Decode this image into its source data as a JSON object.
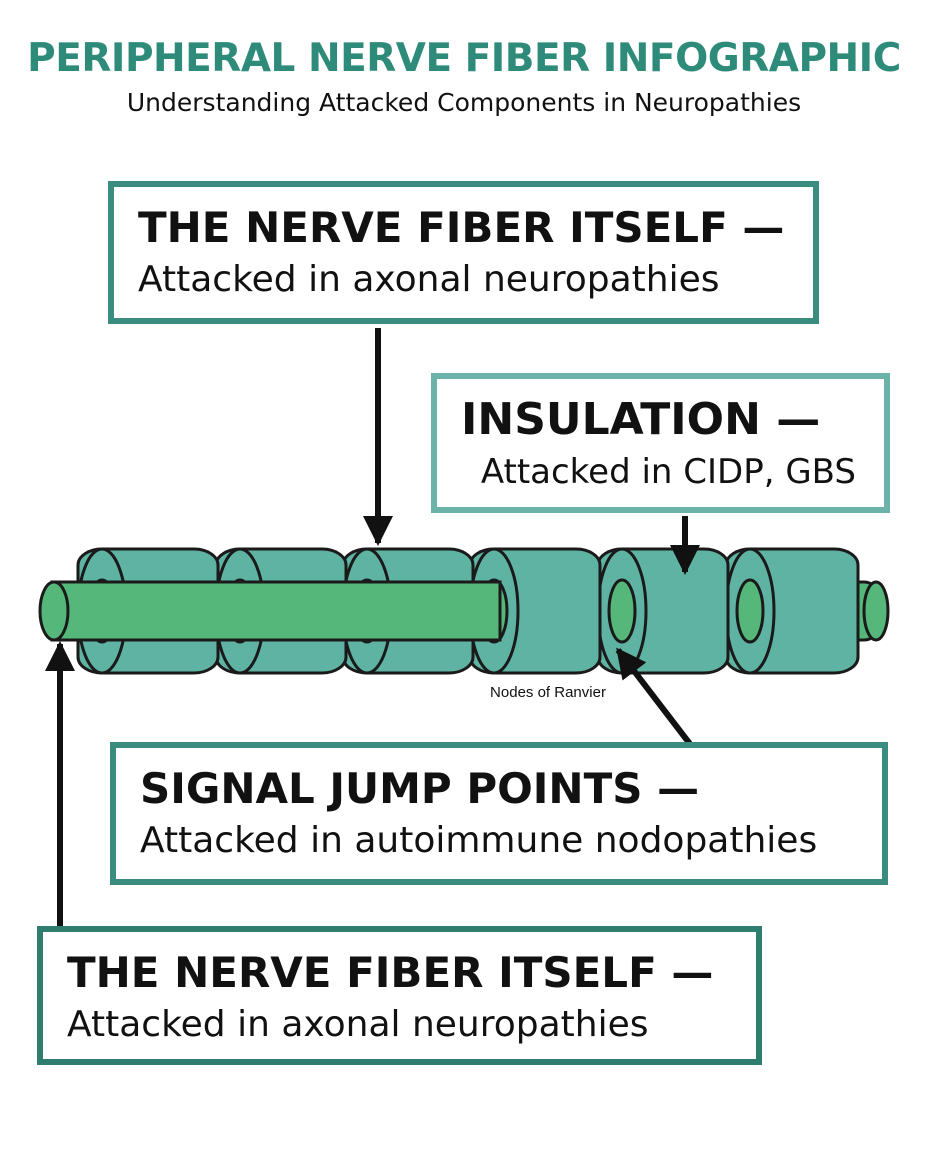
{
  "header": {
    "title": "PERIPHERAL NERVE FIBER INFOGRAPHIC",
    "subtitle": "Understanding Attacked Components in Neuropathies"
  },
  "callouts": {
    "fiber_top": {
      "heading": "THE NERVE FIBER ITSELF —",
      "detail": "Attacked in axonal neuropathies"
    },
    "insulation": {
      "heading": "INSULATION —",
      "detail": "Attacked in CIDP, GBS"
    },
    "signal_jump": {
      "heading": "SIGNAL JUMP POINTS —",
      "detail": "Attacked in autoimmune nodopathies"
    },
    "fiber_bottom": {
      "heading": "THE NERVE FIBER ITSELF —",
      "detail": "Attacked in axonal neuropathies"
    }
  },
  "diagram": {
    "nodes_label": "Nodes of Ranvier"
  },
  "colors": {
    "title": "#2e8b7a",
    "box_border": "#3a8c7e",
    "myelin": "#5fb3a3",
    "axon": "#55b87a",
    "outline": "#1a1a1a"
  }
}
